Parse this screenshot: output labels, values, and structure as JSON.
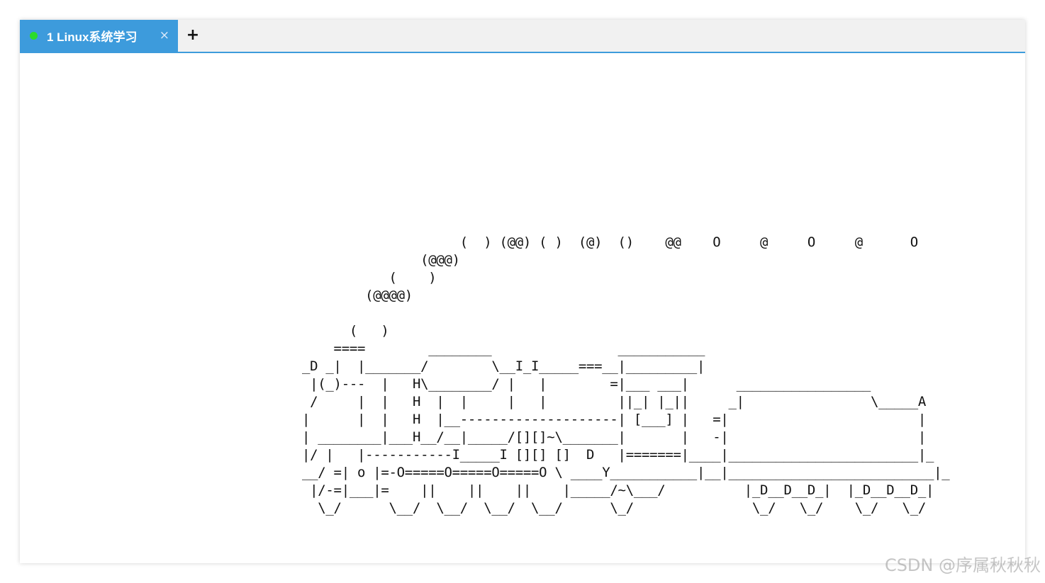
{
  "tab": {
    "title": "1 Linux系统学习",
    "close_label": "×",
    "status_color": "#2bdc2b"
  },
  "new_tab_label": "+",
  "terminal": {
    "output": "                    (  ) (@@) ( )  (@)  ()    @@    O     @     O     @      O\n               (@@@)\n           (    )\n        (@@@@)\n\n      (   )\n    ====        ________                ___________\n_D _|  |_______/        \\__I_I_____===__|_________|\n |(_)---  |   H\\________/ |   |        =|___ ___|      _________________\n /     |  |   H  |  |     |   |         ||_| |_||     _|                \\_____A\n|      |  |   H  |__--------------------| [___] |   =|                        |\n| ________|___H__/__|_____/[][]~\\_______|       |   -|                        |\n|/ |   |-----------I_____I [][] []  D   |=======|____|________________________|_\n__/ =| o |=-O=====O=====O=====O \\ ____Y___________|__|__________________________|_\n |/-=|___|=    ||    ||    ||    |_____/~\\___/          |_D__D__D_|  |_D__D__D_|\n  \\_/      \\__/  \\__/  \\__/  \\__/      \\_/               \\_/   \\_/    \\_/   \\_/"
  },
  "watermark": "CSDN @序属秋秋秋"
}
